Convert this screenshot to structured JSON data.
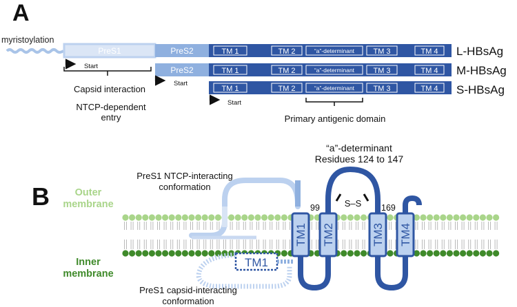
{
  "panel_a": {
    "label": "A",
    "myristoylation": "myristoylation",
    "segments": {
      "pres1": "PreS1",
      "pres2": "PreS2",
      "tm1": "TM 1",
      "tm2": "TM 2",
      "a_det": "“a”-determinant",
      "tm3": "TM 3",
      "tm4": "TM 4"
    },
    "proteins": [
      "L-HBsAg",
      "M-HBsAg",
      "S-HBsAg"
    ],
    "start": "Start",
    "capsid_interaction": "Capsid interaction",
    "ntcp_line1": "NTCP-dependent",
    "ntcp_line2": "entry",
    "primary_antigenic": "Primary antigenic domain"
  },
  "panel_b": {
    "label": "B",
    "outer_1": "Outer",
    "outer_2": "membrane",
    "inner_1": "Inner",
    "inner_2": "membrane",
    "ntcp_conf_1": "PreS1 NTCP-interacting",
    "ntcp_conf_2": "conformation",
    "capsid_conf_1": "PreS1 capsid-interacting",
    "capsid_conf_2": "conformation",
    "a_det_1": "“a”-determinant",
    "a_det_2": "Residues 124 to 147",
    "res_99": "99",
    "res_169": "169",
    "disulfide": "S–S",
    "tm1": "TM1",
    "tm2": "TM2",
    "tm3": "TM3",
    "tm4": "TM4",
    "tm1_alt": "TM1"
  },
  "colors": {
    "dark_blue": "#2f56a3",
    "mid_blue": "#7fa3d9",
    "light_blue": "#bcd1ef",
    "outer_green": "#a9d58a",
    "inner_green": "#3f8a2a",
    "text": "#1a1a1a"
  }
}
